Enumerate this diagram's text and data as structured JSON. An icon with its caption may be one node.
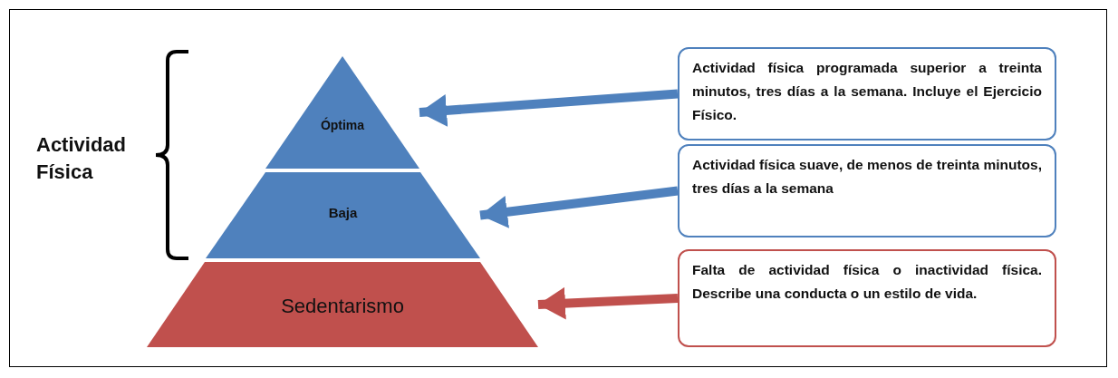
{
  "diagram": {
    "nodes": [
      {
        "text": [
          "Óptima"
        ]
      },
      {
        "text": [
          "Baja"
        ]
      },
      {
        "text": [
          "Sedentarismo"
        ]
      },
      {
        "text": [
          "Actividad física programada superior a treinta minutos, tres días a la semana. Incluye el Ejercicio Físico."
        ]
      },
      {
        "text": [
          "Actividad física suave, de menos de treinta minutos, tres días a la semana"
        ]
      },
      {
        "text": [
          "Falta de actividad física o inactividad física. Describe una conducta o un estilo de vida."
        ]
      }
    ],
    "edges": [
      {
        "from": 3,
        "to": 0,
        "arrow": "to"
      },
      {
        "from": 4,
        "to": 1,
        "arrow": "to"
      },
      {
        "from": 5,
        "to": 2,
        "arrow": "to",
        "color": "#c0504d"
      }
    ],
    "labels": [
      "Actividad Física"
    ]
  }
}
